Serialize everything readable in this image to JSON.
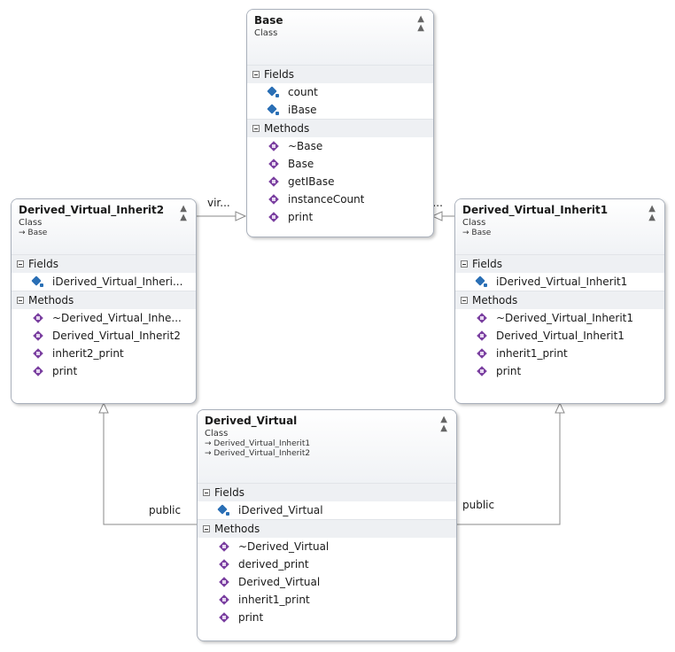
{
  "classes": {
    "base": {
      "name": "Base",
      "stereotype": "Class",
      "inherits": [],
      "fields_header": "Fields",
      "fields": [
        "count",
        "iBase"
      ],
      "methods_header": "Methods",
      "methods": [
        "~Base",
        "Base",
        "getIBase",
        "instanceCount",
        "print"
      ]
    },
    "inherit2": {
      "name": "Derived_Virtual_Inherit2",
      "stereotype": "Class",
      "inherits": [
        "→ Base"
      ],
      "fields_header": "Fields",
      "fields": [
        "iDerived_Virtual_Inheri..."
      ],
      "methods_header": "Methods",
      "methods": [
        "~Derived_Virtual_Inhe...",
        "Derived_Virtual_Inherit2",
        "inherit2_print",
        "print"
      ]
    },
    "inherit1": {
      "name": "Derived_Virtual_Inherit1",
      "stereotype": "Class",
      "inherits": [
        "→ Base"
      ],
      "fields_header": "Fields",
      "fields": [
        "iDerived_Virtual_Inherit1"
      ],
      "methods_header": "Methods",
      "methods": [
        "~Derived_Virtual_Inherit1",
        "Derived_Virtual_Inherit1",
        "inherit1_print",
        "print"
      ]
    },
    "derived": {
      "name": "Derived_Virtual",
      "stereotype": "Class",
      "inherits": [
        "→ Derived_Virtual_Inherit1",
        "→ Derived_Virtual_Inherit2"
      ],
      "fields_header": "Fields",
      "fields": [
        "iDerived_Virtual"
      ],
      "methods_header": "Methods",
      "methods": [
        "~Derived_Virtual",
        "derived_print",
        "Derived_Virtual",
        "inherit1_print",
        "print"
      ]
    }
  },
  "connectors": {
    "left_virtual_label": "vir...",
    "right_virtual_label": "vi...",
    "left_public_label": "public",
    "right_public_label": "public"
  },
  "colors": {
    "border": "#a9b0bb",
    "connector": "#8a8a8a",
    "field_icon": "#2a6fb5",
    "method_icon": "#7a3fa0"
  },
  "icons": {
    "collapse": "double-chevron-up-icon",
    "section_toggle": "minus-box-icon",
    "field": "field-icon",
    "method": "method-icon"
  }
}
